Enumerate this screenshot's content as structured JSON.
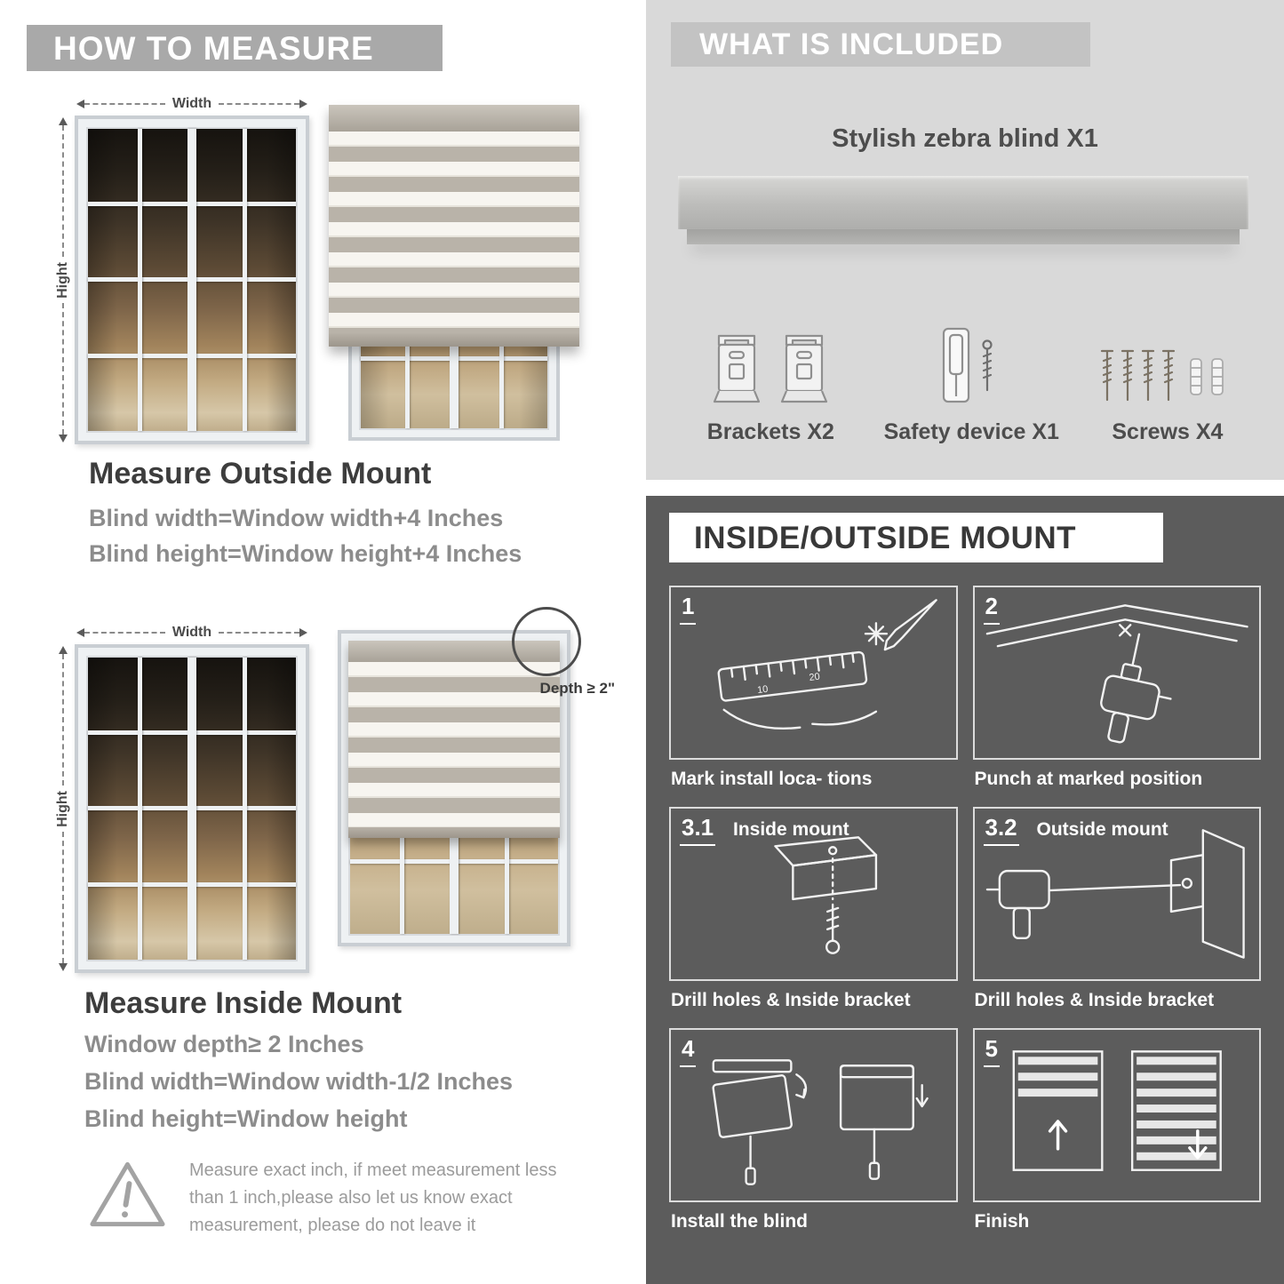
{
  "palette": {
    "left_header_bg": "#a9a9a9",
    "included_panel_bg": "#d9d9d9",
    "included_header_bg": "#c3c3c3",
    "mount_panel_bg": "#5c5c5c",
    "title_text": "#3d3d3d",
    "body_text": "#8c8c8c"
  },
  "left": {
    "header": "HOW TO MEASURE",
    "width_label": "Width",
    "height_label": "Hight",
    "outside": {
      "title": "Measure Outside Mount",
      "lines": [
        "Blind width=Window width+4 Inches",
        "Blind height=Window height+4 Inches"
      ]
    },
    "inside": {
      "depth_callout": "Depth ≥ 2\"",
      "title": "Measure Inside Mount",
      "lines": [
        "Window depth≥ 2 Inches",
        "Blind width=Window width-1/2 Inches",
        "Blind height=Window height"
      ]
    },
    "warning_text": "Measure exact inch, if meet measurement less than 1 inch,please also let us know exact measurement, please do not leave it"
  },
  "included": {
    "header": "WHAT IS INCLUDED",
    "product_label": "Stylish zebra blind X1",
    "items": [
      {
        "name": "brackets",
        "label": "Brackets X2"
      },
      {
        "name": "safety-device",
        "label": "Safety device X1"
      },
      {
        "name": "screws",
        "label": "Screws X4"
      }
    ]
  },
  "mount": {
    "header": "INSIDE/OUTSIDE MOUNT",
    "steps": [
      {
        "num": "1",
        "caption": "Mark install loca- tions"
      },
      {
        "num": "2",
        "caption": "Punch at  marked position"
      },
      {
        "num": "3.1",
        "title": "Inside mount",
        "caption": "Drill holes &  Inside bracket"
      },
      {
        "num": "3.2",
        "title": "Outside mount",
        "caption": "Drill holes &  Inside bracket"
      },
      {
        "num": "4",
        "caption": "Install the blind"
      },
      {
        "num": "5",
        "caption": "Finish"
      }
    ]
  }
}
